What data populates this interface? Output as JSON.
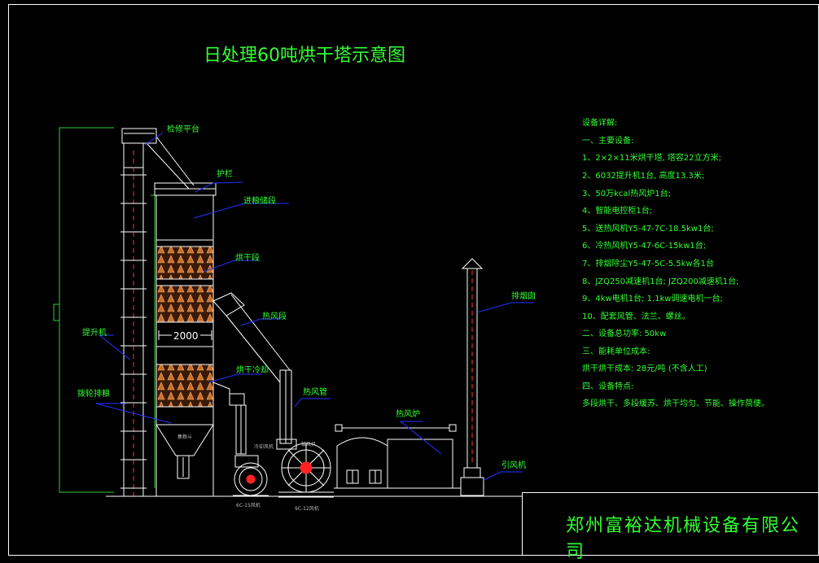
{
  "title": "日处理60吨烘干塔示意图",
  "company": "郑州富裕达机械设备有限公司",
  "labels": {
    "platform": "检修平台",
    "guardrail": "护栏",
    "storage": "进粮储段",
    "drying": "烘干段",
    "hot_air_duct": "热风段",
    "width_dim": "2000",
    "cooling": "烘干冷却",
    "elevator": "提升机",
    "discharge": "拨轮排粮",
    "collector": "集粮斗",
    "hot_air_pipe": "热风管",
    "blower": "鼓风机",
    "cooling_fan": "冷却风机",
    "furnace": "热风炉",
    "chimney": "排烟囱",
    "induced_fan": "引风机",
    "fan_left_tag": "6C-15风机",
    "fan_right_tag": "9C-12风机"
  },
  "specs": [
    "设备详解:",
    "一、主要设备:",
    "1、2×2×11米烘干塔, 塔容22立方米;",
    "2、6032提升机1台, 高度13.3米;",
    "3、50万kcal热风炉1台;",
    "4、智能电控柜1台;",
    "5、送热风机Y5-47-7C-18.5kw1台;",
    "6、冷热风机Y5-47-6C-15kw1台;",
    "7、排烟除尘Y5-47-5C-5.5kw各1台",
    "8、JZQ250减速机1台; JZQ200减速机1台;",
    "9、4kw电机1台; 1.1kw调速电机一台;",
    "10、配套风管、法兰、螺丝。",
    "二、设备总功率: 50kw",
    "三、能耗单位成本:",
    "烘干烘干成本: 28元/吨 (不含人工)",
    "四、设备特点:",
    "多段烘干、多段缓苏、烘干均匀、节能、操作简便。"
  ],
  "colors": {
    "background": "#000000",
    "line": "#ffffff",
    "text": "#33ff33",
    "leader": "#2233ff",
    "grain": "#c8702a",
    "fan_core": "#ff2222",
    "outline_green": "#33cc33"
  }
}
